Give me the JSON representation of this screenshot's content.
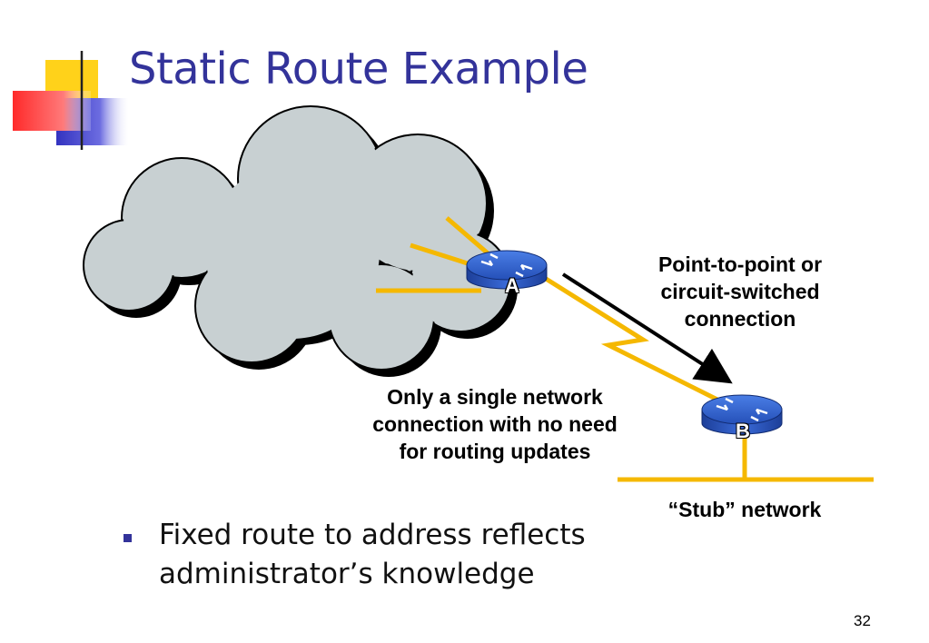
{
  "title": "Static Route Example",
  "diagram": {
    "router_a_label": "A",
    "router_b_label": "B",
    "p2p_note": [
      "Point-to-point or",
      "circuit-switched",
      "connection"
    ],
    "single_connection_note": [
      "Only a single network",
      "connection with no need",
      "for routing updates"
    ],
    "stub_label": "“Stub” network"
  },
  "bullets": [
    "Fixed route to address reflects administrator’s knowledge"
  ],
  "page_number": "32",
  "colors": {
    "title": "#33339a",
    "cloud": "#c8d0d2",
    "link": "#f5b800",
    "router": "#2a58c4",
    "deco_yellow": "#ffd21a",
    "deco_blue": "#3737c8",
    "deco_red": "#ff3030"
  }
}
